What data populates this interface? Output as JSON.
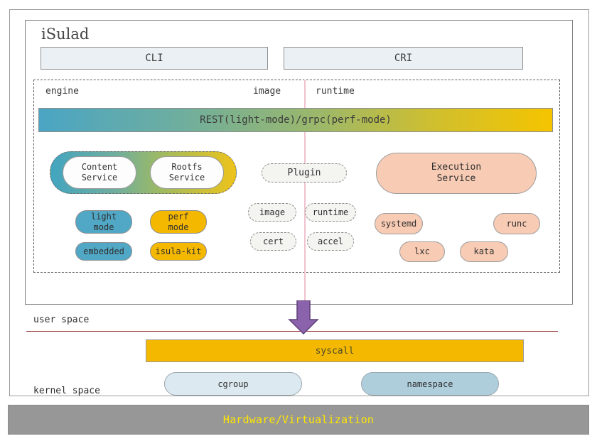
{
  "title": "iSulad",
  "frontends": [
    {
      "id": "cli",
      "label": "CLI"
    },
    {
      "id": "cri",
      "label": "CRI"
    }
  ],
  "columns": {
    "engine": "engine",
    "image": "image",
    "runtime": "runtime"
  },
  "rest_bar": {
    "label": "REST(light-mode)/grpc(perf-mode)",
    "gradient_from": "#4aa5c4",
    "gradient_mid": "#9db869",
    "gradient_to": "#f5c400"
  },
  "engine_column": {
    "capsule_services": [
      {
        "id": "content-service",
        "line1": "Content",
        "line2": "Service"
      },
      {
        "id": "rootfs-service",
        "line1": "Rootfs",
        "line2": "Service"
      }
    ],
    "modes": [
      {
        "id": "light-mode",
        "line1": "light",
        "line2": "mode",
        "color": "#51a8c6"
      },
      {
        "id": "perf-mode",
        "line1": "perf",
        "line2": "mode",
        "color": "#f5b800"
      },
      {
        "id": "embedded",
        "line1": "embedded",
        "line2": "",
        "color": "#51a8c6"
      },
      {
        "id": "isula-kit",
        "line1": "isula-kit",
        "line2": "",
        "color": "#f5b800"
      }
    ]
  },
  "image_column": {
    "plugin_label": "Plugin",
    "plugins": [
      {
        "id": "image",
        "label": "image"
      },
      {
        "id": "runtime",
        "label": "runtime"
      },
      {
        "id": "cert",
        "label": "cert"
      },
      {
        "id": "accel",
        "label": "accel"
      }
    ]
  },
  "runtime_column": {
    "execution_service": {
      "line1": "Execution",
      "line2": "Service"
    },
    "runtimes": [
      {
        "id": "systemd",
        "label": "systemd"
      },
      {
        "id": "runc",
        "label": "runc"
      },
      {
        "id": "lxc",
        "label": "lxc"
      },
      {
        "id": "kata",
        "label": "kata"
      }
    ]
  },
  "spaces": {
    "user_space": "user space",
    "kernel_space": "kernel space"
  },
  "syscall": {
    "label": "syscall",
    "color": "#f5b800",
    "arrow_color": "#8b63ac"
  },
  "kernel_objects": [
    {
      "id": "cgroup",
      "label": "cgroup",
      "color": "#dce9f0"
    },
    {
      "id": "namespace",
      "label": "namespace",
      "color": "#afcedc"
    }
  ],
  "hardware": {
    "label": "Hardware/Virtualization",
    "background": "#979797",
    "text_color": "#ffe600"
  }
}
